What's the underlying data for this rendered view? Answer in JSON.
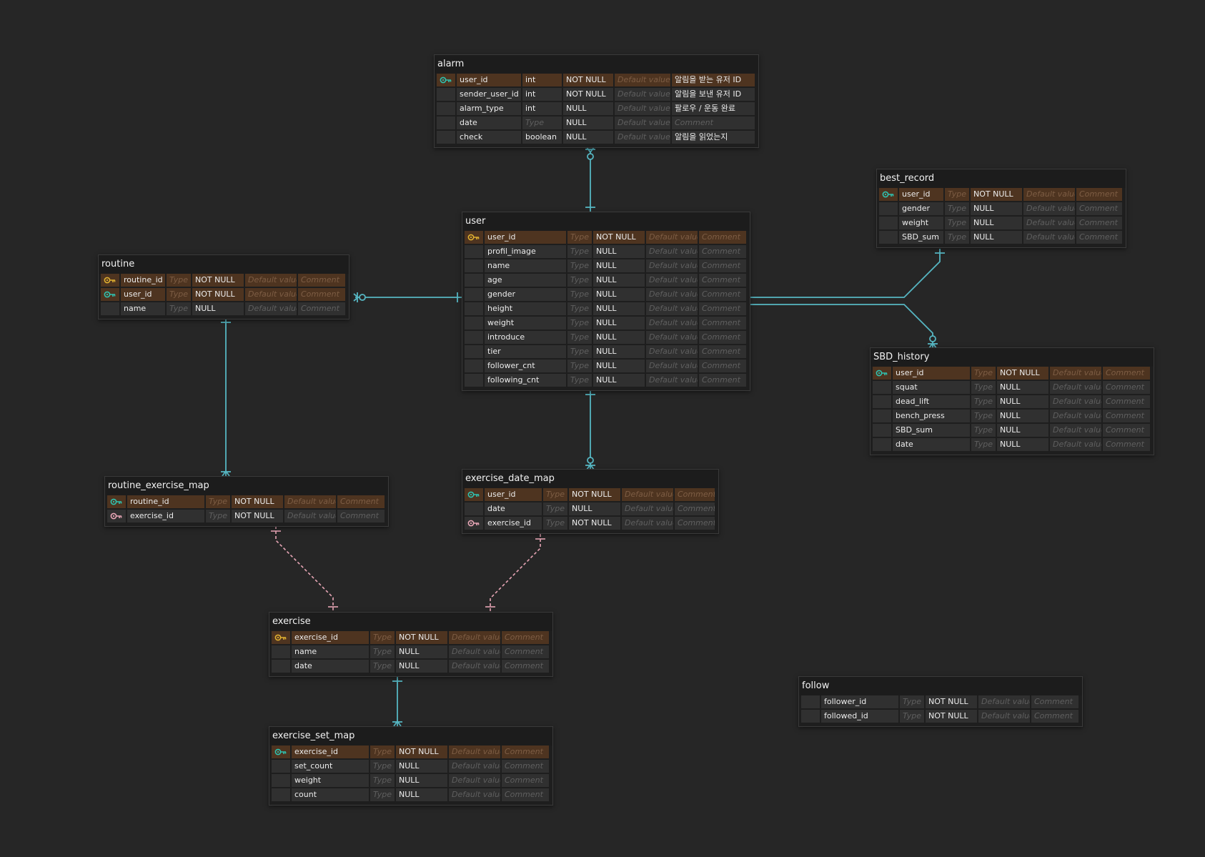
{
  "placeholders": {
    "type": "Type",
    "default": "Default value",
    "comment": "Comment"
  },
  "colors": {
    "background": "#262626",
    "relation_solid": "#56b6c2",
    "relation_dashed": "#e8a6b6",
    "pk_key": "#e0b030",
    "fk_key": "#2fc2b0",
    "pfk_key": "#e8a6b6"
  },
  "tables": [
    {
      "id": "alarm",
      "name": "alarm",
      "columns": [
        {
          "key": "fk-icon",
          "name": "user_id",
          "type": "int",
          "null": "NOT NULL",
          "default": "",
          "comment": "알림을 받는 유저 ID",
          "highlight": true
        },
        {
          "key": "",
          "name": "sender_user_id",
          "type": "int",
          "null": "NOT NULL",
          "default": "",
          "comment": "알림을 보낸 유저 ID"
        },
        {
          "key": "",
          "name": "alarm_type",
          "type": "int",
          "null": "NULL",
          "default": "",
          "comment": "팔로우 / 운동 완료"
        },
        {
          "key": "",
          "name": "date",
          "type": "",
          "null": "NULL",
          "default": "",
          "comment": ""
        },
        {
          "key": "",
          "name": "check",
          "type": "boolean",
          "null": "NULL",
          "default": "",
          "comment": "알림을 읽었는지"
        }
      ]
    },
    {
      "id": "user",
      "name": "user",
      "columns": [
        {
          "key": "pk-icon",
          "name": "user_id",
          "type": "",
          "null": "NOT NULL",
          "default": "",
          "comment": "",
          "highlight": true
        },
        {
          "key": "",
          "name": "profil_image",
          "type": "",
          "null": "NULL",
          "default": "",
          "comment": ""
        },
        {
          "key": "",
          "name": "name",
          "type": "",
          "null": "NULL",
          "default": "",
          "comment": ""
        },
        {
          "key": "",
          "name": "age",
          "type": "",
          "null": "NULL",
          "default": "",
          "comment": ""
        },
        {
          "key": "",
          "name": "gender",
          "type": "",
          "null": "NULL",
          "default": "",
          "comment": ""
        },
        {
          "key": "",
          "name": "height",
          "type": "",
          "null": "NULL",
          "default": "",
          "comment": ""
        },
        {
          "key": "",
          "name": "weight",
          "type": "",
          "null": "NULL",
          "default": "",
          "comment": ""
        },
        {
          "key": "",
          "name": "introduce",
          "type": "",
          "null": "NULL",
          "default": "",
          "comment": ""
        },
        {
          "key": "",
          "name": "tier",
          "type": "",
          "null": "NULL",
          "default": "",
          "comment": ""
        },
        {
          "key": "",
          "name": "follower_cnt",
          "type": "",
          "null": "NULL",
          "default": "",
          "comment": ""
        },
        {
          "key": "",
          "name": "following_cnt",
          "type": "",
          "null": "NULL",
          "default": "",
          "comment": ""
        }
      ]
    },
    {
      "id": "best_record",
      "name": "best_record",
      "columns": [
        {
          "key": "fk-icon",
          "name": "user_id",
          "type": "",
          "null": "NOT NULL",
          "default": "",
          "comment": "",
          "highlight": true
        },
        {
          "key": "",
          "name": "gender",
          "type": "",
          "null": "NULL",
          "default": "",
          "comment": ""
        },
        {
          "key": "",
          "name": "weight",
          "type": "",
          "null": "NULL",
          "default": "",
          "comment": ""
        },
        {
          "key": "",
          "name": "SBD_sum",
          "type": "",
          "null": "NULL",
          "default": "",
          "comment": ""
        }
      ]
    },
    {
      "id": "routine",
      "name": "routine",
      "columns": [
        {
          "key": "pk-icon",
          "name": "routine_id",
          "type": "",
          "null": "NOT NULL",
          "default": "",
          "comment": "",
          "highlight": true
        },
        {
          "key": "fk-icon",
          "name": "user_id",
          "type": "",
          "null": "NOT NULL",
          "default": "",
          "comment": "",
          "highlight": true
        },
        {
          "key": "",
          "name": "name",
          "type": "",
          "null": "NULL",
          "default": "",
          "comment": ""
        }
      ]
    },
    {
      "id": "SBD_history",
      "name": "SBD_history",
      "columns": [
        {
          "key": "fk-icon",
          "name": "user_id",
          "type": "",
          "null": "NOT NULL",
          "default": "",
          "comment": "",
          "highlight": true
        },
        {
          "key": "",
          "name": "squat",
          "type": "",
          "null": "NULL",
          "default": "",
          "comment": ""
        },
        {
          "key": "",
          "name": "dead_lift",
          "type": "",
          "null": "NULL",
          "default": "",
          "comment": ""
        },
        {
          "key": "",
          "name": "bench_press",
          "type": "",
          "null": "NULL",
          "default": "",
          "comment": ""
        },
        {
          "key": "",
          "name": "SBD_sum",
          "type": "",
          "null": "NULL",
          "default": "",
          "comment": ""
        },
        {
          "key": "",
          "name": "date",
          "type": "",
          "null": "NULL",
          "default": "",
          "comment": ""
        }
      ]
    },
    {
      "id": "routine_exercise_map",
      "name": "routine_exercise_map",
      "columns": [
        {
          "key": "fk-icon",
          "name": "routine_id",
          "type": "",
          "null": "NOT NULL",
          "default": "",
          "comment": "",
          "highlight": true
        },
        {
          "key": "pfk-icon",
          "name": "exercise_id",
          "type": "",
          "null": "NOT NULL",
          "default": "",
          "comment": ""
        }
      ]
    },
    {
      "id": "exercise_date_map",
      "name": "exercise_date_map",
      "columns": [
        {
          "key": "fk-icon",
          "name": "user_id",
          "type": "",
          "null": "NOT NULL",
          "default": "",
          "comment": "",
          "highlight": true
        },
        {
          "key": "",
          "name": "date",
          "type": "",
          "null": "NULL",
          "default": "",
          "comment": ""
        },
        {
          "key": "pfk-icon",
          "name": "exercise_id",
          "type": "",
          "null": "NOT NULL",
          "default": "",
          "comment": ""
        }
      ]
    },
    {
      "id": "exercise",
      "name": "exercise",
      "columns": [
        {
          "key": "pk-icon",
          "name": "exercise_id",
          "type": "",
          "null": "NOT NULL",
          "default": "",
          "comment": "",
          "highlight": true
        },
        {
          "key": "",
          "name": "name",
          "type": "",
          "null": "NULL",
          "default": "",
          "comment": ""
        },
        {
          "key": "",
          "name": "date",
          "type": "",
          "null": "NULL",
          "default": "",
          "comment": ""
        }
      ]
    },
    {
      "id": "follow",
      "name": "follow",
      "columns": [
        {
          "key": "",
          "name": "follower_id",
          "type": "",
          "null": "NOT NULL",
          "default": "",
          "comment": ""
        },
        {
          "key": "",
          "name": "followed_id",
          "type": "",
          "null": "NOT NULL",
          "default": "",
          "comment": ""
        }
      ]
    },
    {
      "id": "exercise_set_map",
      "name": "exercise_set_map",
      "columns": [
        {
          "key": "fk-icon",
          "name": "exercise_id",
          "type": "",
          "null": "NOT NULL",
          "default": "",
          "comment": "",
          "highlight": true
        },
        {
          "key": "",
          "name": "set_count",
          "type": "",
          "null": "NULL",
          "default": "",
          "comment": ""
        },
        {
          "key": "",
          "name": "weight",
          "type": "",
          "null": "NULL",
          "default": "",
          "comment": ""
        },
        {
          "key": "",
          "name": "count",
          "type": "",
          "null": "NULL",
          "default": "",
          "comment": ""
        }
      ]
    }
  ],
  "relations": [
    {
      "from": "user",
      "to": "alarm",
      "style": "solid",
      "cardinality": "one-to-zero-or-many"
    },
    {
      "from": "user",
      "to": "routine",
      "style": "solid",
      "cardinality": "one-to-zero-or-many"
    },
    {
      "from": "user",
      "to": "best_record",
      "style": "solid",
      "cardinality": "one-to-one"
    },
    {
      "from": "user",
      "to": "SBD_history",
      "style": "solid",
      "cardinality": "one-to-zero-or-many"
    },
    {
      "from": "user",
      "to": "exercise_date_map",
      "style": "solid",
      "cardinality": "one-to-zero-or-many"
    },
    {
      "from": "routine",
      "to": "routine_exercise_map",
      "style": "solid",
      "cardinality": "one-to-many"
    },
    {
      "from": "exercise",
      "to": "routine_exercise_map",
      "style": "dashed",
      "cardinality": "one-to-one"
    },
    {
      "from": "exercise",
      "to": "exercise_date_map",
      "style": "dashed",
      "cardinality": "one-to-one"
    },
    {
      "from": "exercise",
      "to": "exercise_set_map",
      "style": "solid",
      "cardinality": "one-to-many"
    }
  ]
}
